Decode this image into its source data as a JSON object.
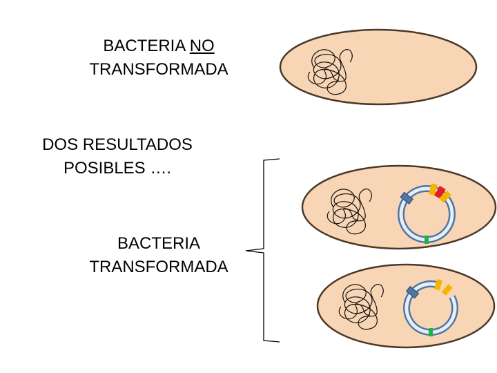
{
  "labels": {
    "not_transformed_line1_a": "BACTERIA ",
    "not_transformed_line1_b": "NO",
    "not_transformed_line2": "TRANSFORMADA",
    "two_results_line1": "DOS RESULTADOS",
    "two_results_line2": "POSIBLES ….",
    "transformed_line1": "BACTERIA",
    "transformed_line2": "TRANSFORMADA"
  },
  "colors": {
    "cell_fill": "#f8d5b4",
    "cell_stroke": "#4a3829",
    "plasmid_outer": "#4f76a4",
    "plasmid_band": "#e6eef6",
    "marker_blue": "#4f76a4",
    "marker_yellow": "#f4b400",
    "marker_red": "#e31e24",
    "marker_green": "#1fb24a",
    "bracket": "#000000"
  }
}
